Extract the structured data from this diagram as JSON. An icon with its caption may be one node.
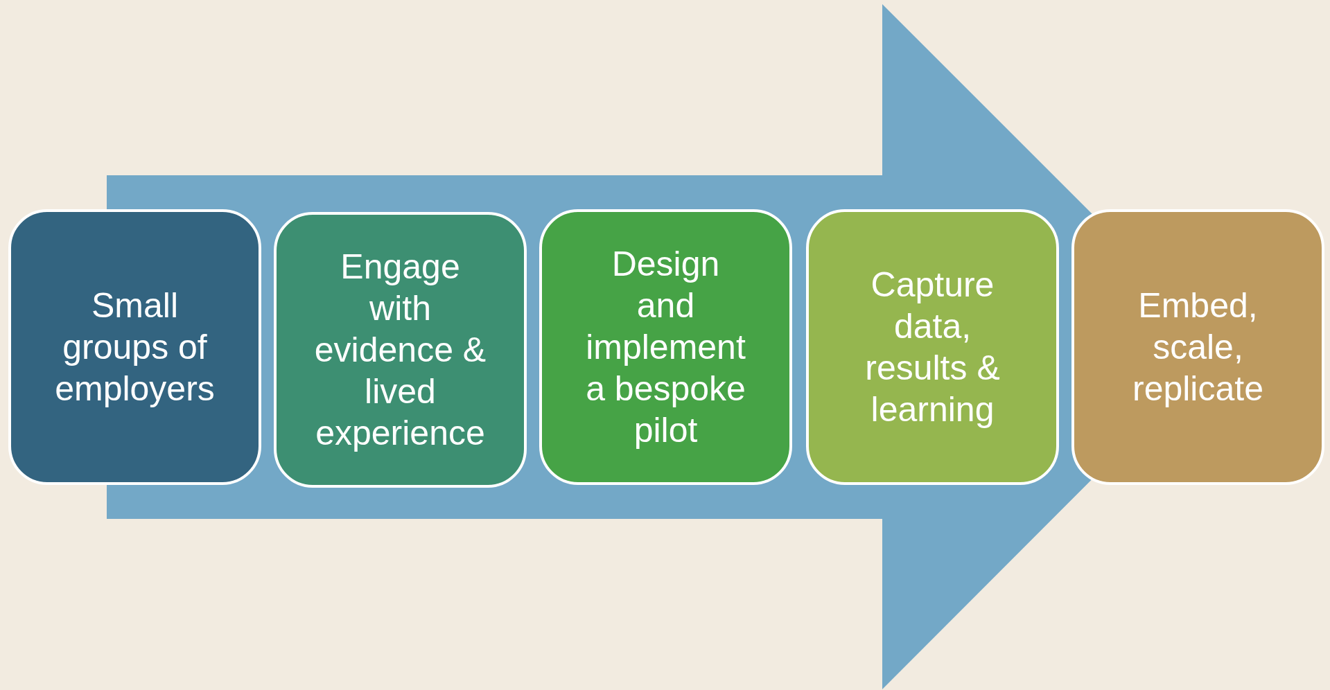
{
  "diagram": {
    "nodes": [
      {
        "text": [
          "Small groups of employers"
        ]
      },
      {
        "text": [
          "Engage with evidence & lived experience"
        ]
      },
      {
        "text": [
          "Design and implement a bespoke pilot"
        ]
      },
      {
        "text": [
          "Capture data, results & learning"
        ]
      },
      {
        "text": [
          "Embed, scale, replicate"
        ]
      }
    ],
    "edges": [
      {
        "from": 0,
        "to": 4,
        "arrow": "to"
      }
    ]
  }
}
